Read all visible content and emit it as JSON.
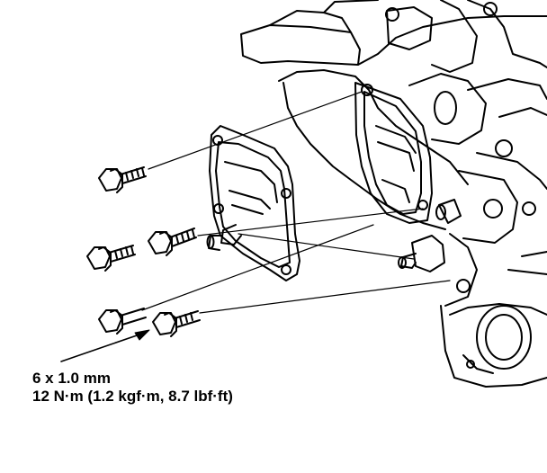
{
  "callout": {
    "bolt_size": "6 x 1.0 mm",
    "torque": "12 N·m (1.2 kgf·m, 8.7 lbf·ft)"
  },
  "colors": {
    "line": "#000000",
    "background": "#ffffff"
  },
  "parts": [
    "engine-block",
    "cover-plate",
    "gasket",
    "flange-bolts",
    "sensor"
  ]
}
